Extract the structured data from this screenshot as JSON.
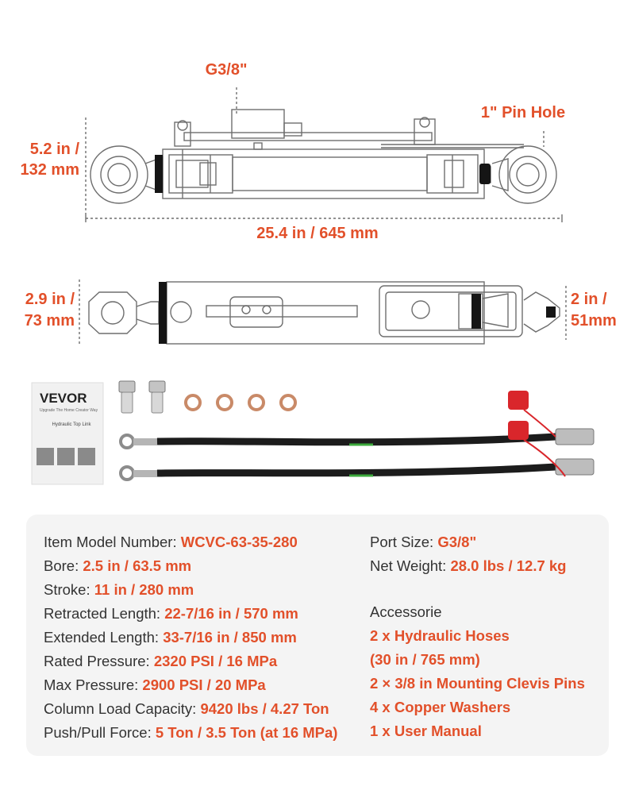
{
  "dimensions": {
    "port": "G3/8\"",
    "pin_hole": "1\" Pin Hole",
    "height_in": "5.2 in /",
    "height_mm": "132 mm",
    "length": "25.4 in / 645 mm",
    "width_in": "2.9 in /",
    "width_mm": "73 mm",
    "end_in": "2 in /",
    "end_mm": "51mm"
  },
  "manual": {
    "brand": "VEVOR",
    "tagline": "Upgrade The Home Creator Way",
    "title": "Hydraulic Top Link"
  },
  "specs": [
    {
      "label": "Item Model Number: ",
      "value": "WCVC-63-35-280"
    },
    {
      "label": "Bore: ",
      "value": "2.5 in / 63.5 mm"
    },
    {
      "label": "Stroke: ",
      "value": "11 in / 280 mm"
    },
    {
      "label": "Retracted Length: ",
      "value": "22-7/16 in / 570 mm"
    },
    {
      "label": "Extended Length: ",
      "value": "33-7/16 in / 850 mm"
    },
    {
      "label": "Rated Pressure: ",
      "value": "2320 PSI / 16 MPa"
    },
    {
      "label": "Max Pressure: ",
      "value": "2900 PSI / 20 MPa"
    },
    {
      "label": "Column Load Capacity: ",
      "value": "9420 lbs / 4.27 Ton"
    },
    {
      "label": "Push/Pull Force: ",
      "value": "5 Ton / 3.5 Ton (at 16 MPa)"
    }
  ],
  "specs_right": [
    {
      "label": "Port Size: ",
      "value": "G3/8\""
    },
    {
      "label": "Net Weight: ",
      "value": "28.0 lbs / 12.7 kg"
    }
  ],
  "accessories": {
    "heading": "Accessorie",
    "items": [
      "2 x Hydraulic Hoses",
      "(30 in / 765 mm)",
      "2 × 3/8 in Mounting Clevis Pins",
      "4 x Copper Washers",
      "1 x User Manual"
    ]
  },
  "colors": {
    "accent": "#e2502a",
    "panel": "#f4f4f4",
    "hose": "#1c1c1c",
    "cap": "#d9262b",
    "copper": "#c98a68"
  }
}
